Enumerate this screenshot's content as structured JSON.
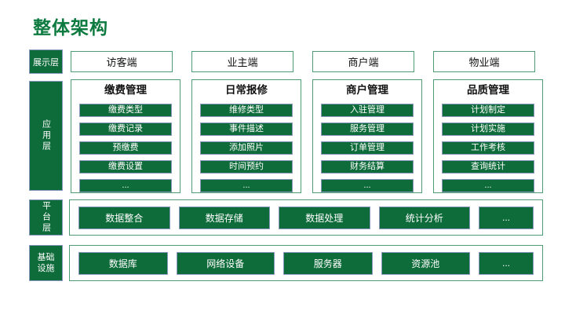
{
  "title": "整体架构",
  "colors": {
    "accent_green": "#0e6b3a",
    "title_green": "#0d7a3f",
    "box_border_green": "#4d9c74",
    "button_border_slate": "#8897bb"
  },
  "layers": {
    "presentation": {
      "label": "展示层",
      "clients": [
        "访客端",
        "业主端",
        "商户端",
        "物业端"
      ]
    },
    "application": {
      "label": "应用层",
      "columns": [
        {
          "title": "缴费管理",
          "items": [
            "缴费类型",
            "缴费记录",
            "预缴费",
            "缴费设置",
            "..."
          ]
        },
        {
          "title": "日常报修",
          "items": [
            "维修类型",
            "事件描述",
            "添加照片",
            "时间预约",
            "..."
          ]
        },
        {
          "title": "商户管理",
          "items": [
            "入驻管理",
            "服务管理",
            "订单管理",
            "财务结算",
            "..."
          ]
        },
        {
          "title": "品质管理",
          "items": [
            "计划制定",
            "计划实施",
            "工作考核",
            "查询统计",
            "..."
          ]
        }
      ]
    },
    "platform": {
      "label": "平台层",
      "items": [
        "数据整合",
        "数据存储",
        "数据处理",
        "统计分析",
        "..."
      ]
    },
    "infrastructure": {
      "label": "基础设施",
      "items": [
        "数据库",
        "网络设备",
        "服务器",
        "资源池",
        "..."
      ]
    }
  }
}
